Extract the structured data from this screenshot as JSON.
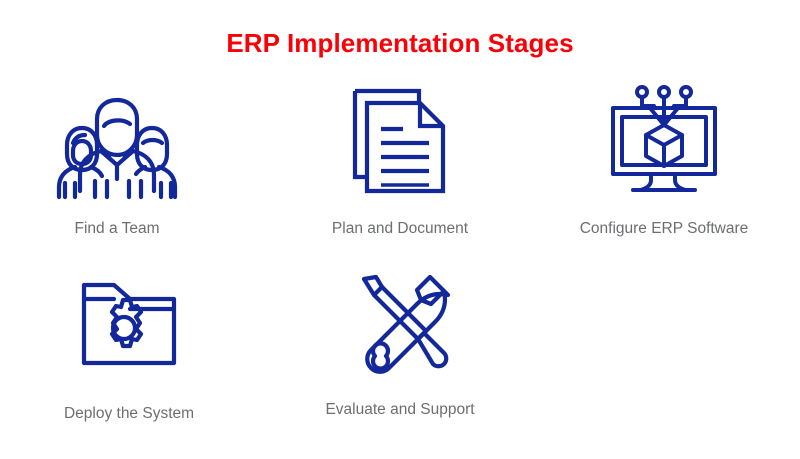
{
  "slide": {
    "title": "ERP Implementation Stages",
    "background_color": "#ffffff",
    "title_color": "#fb0007",
    "icon_color": "#12289b",
    "label_color": "#6d6e70"
  },
  "stages": [
    {
      "label": "Find a Team",
      "icon": "team-icon"
    },
    {
      "label": "Plan and Document",
      "icon": "documents-icon"
    },
    {
      "label": "Configure ERP Software",
      "icon": "monitor-cube-network-icon"
    },
    {
      "label": "Deploy the System",
      "icon": "folder-gear-icon"
    },
    {
      "label": "Evaluate and Support",
      "icon": "wrench-screwdriver-icon"
    }
  ]
}
